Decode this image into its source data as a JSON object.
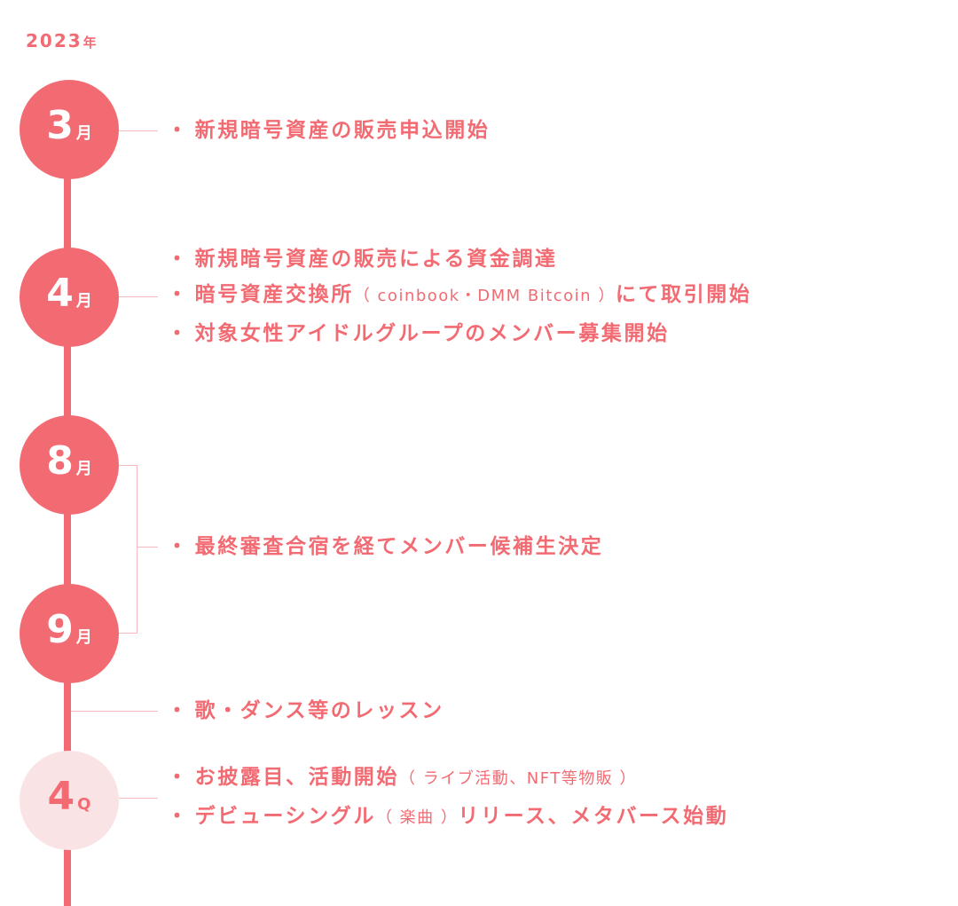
{
  "timeline": {
    "year": {
      "number": "2023",
      "unit": "年"
    },
    "bullet": "・",
    "nodes": [
      {
        "number": "3",
        "unit": "月"
      },
      {
        "number": "4",
        "unit": "月"
      },
      {
        "number": "8",
        "unit": "月"
      },
      {
        "number": "9",
        "unit": "月"
      },
      {
        "number": "4",
        "unit": "Q"
      }
    ],
    "items": {
      "mar": [
        "新規暗号資産の販売申込開始"
      ],
      "apr": [
        {
          "main": "新規暗号資産の販売による資金調達"
        },
        {
          "before": "暗号資産交換所",
          "paren": "（ coinbook・DMM Bitcoin ）",
          "after": "にて取引開始"
        },
        {
          "main": "対象女性アイドルグループのメンバー募集開始"
        }
      ],
      "aug_sep": "最終審査合宿を経てメンバー候補生決定",
      "lesson": "歌・ダンス等のレッスン",
      "q4": [
        {
          "before": "お披露目、活動開始",
          "paren": "（ ライブ活動、NFT等物販 ）",
          "after": ""
        },
        {
          "before": "デビューシングル",
          "paren": "（ 楽曲 ）",
          "after": "リリース、メタバース始動"
        }
      ]
    }
  },
  "colors": {
    "accent": "#f26b73",
    "pale": "#fae3e5",
    "line": "#f6b9bd"
  }
}
